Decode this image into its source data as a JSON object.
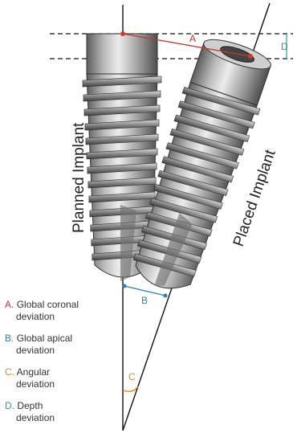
{
  "labels": {
    "planned": "Planned Implant",
    "placed": "Placed Implant",
    "A": "A",
    "B": "B",
    "C": "C",
    "D": "D"
  },
  "legend": [
    {
      "letter": "A.",
      "line1": "Global coronal",
      "line2": "deviation",
      "color": "#c0392b"
    },
    {
      "letter": "B.",
      "line1": "Global apical",
      "line2": "deviation",
      "color": "#2a7fb8"
    },
    {
      "letter": "C.",
      "line1": "Angular",
      "line2": "deviation",
      "color": "#e08a1c"
    },
    {
      "letter": "D.",
      "line1": "Depth",
      "line2": "deviation",
      "color": "#2e9b86"
    }
  ]
}
